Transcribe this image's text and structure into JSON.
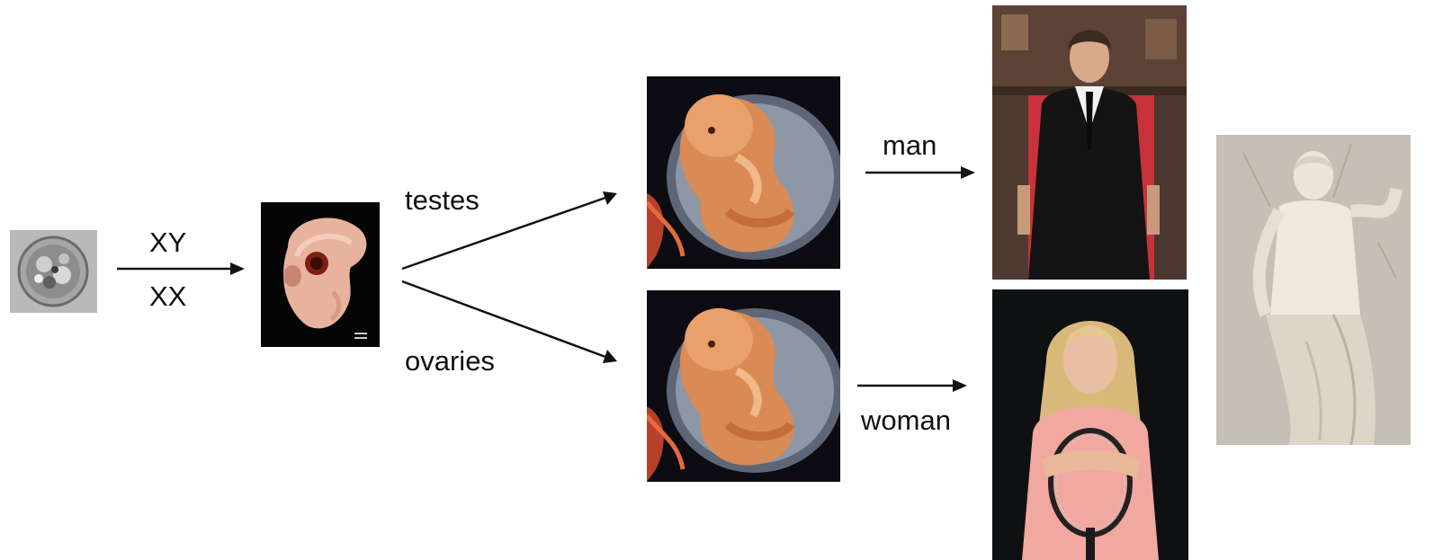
{
  "labels": {
    "xy": "XY",
    "xx": "XX",
    "testes": "testes",
    "ovaries": "ovaries",
    "man": "man",
    "woman": "woman"
  },
  "images": {
    "zygote": "zygote-cell-micrograph",
    "early_embryo": "early-embryo-photo",
    "fetus_top": "fetus-in-amniotic-sac",
    "fetus_bottom": "fetus-in-amniotic-sac",
    "man_photo": "man-in-suit-on-red-carpet",
    "woman_photo": "woman-holding-tennis-racket",
    "statue": "marble-statue-hermaphroditus"
  },
  "colors": {
    "arrow": "#111111",
    "text": "#111111",
    "background": "#ffffff"
  }
}
